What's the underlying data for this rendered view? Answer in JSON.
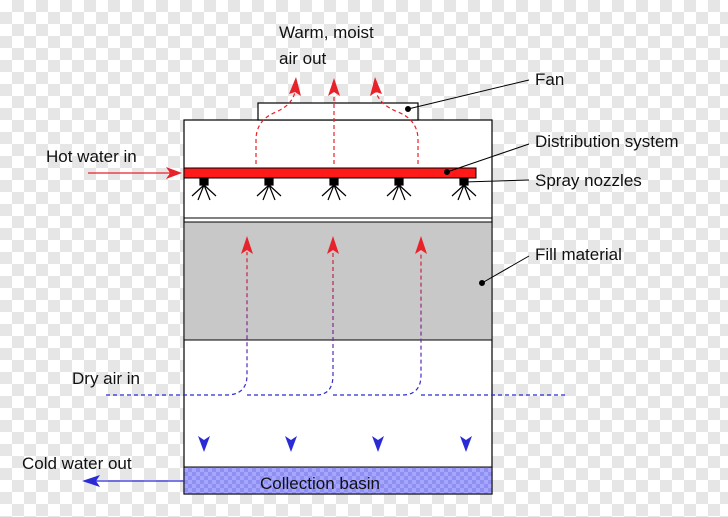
{
  "labels": {
    "air_out_line1": "Warm, moist",
    "air_out_line2": "air out",
    "fan": "Fan",
    "distribution_system": "Distribution system",
    "spray_nozzles": "Spray nozzles",
    "fill_material": "Fill material",
    "hot_water_in": "Hot water in",
    "dry_air_in": "Dry air in",
    "cold_water_out": "Cold water out",
    "collection_basin": "Collection basin"
  },
  "colors": {
    "warm_air": "#e8222a",
    "cold_air": "#2b2bd6",
    "distribution_pipe": "#ff0000",
    "fill_material": "#c8c8c8",
    "collection_basin": "#a6a6ff",
    "outline": "#000000"
  }
}
